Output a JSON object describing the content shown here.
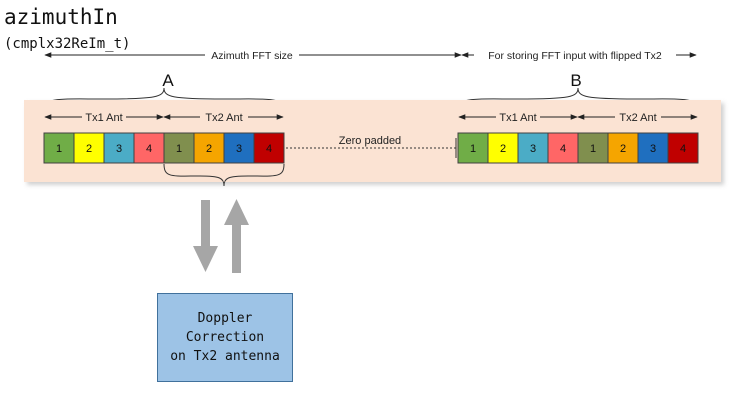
{
  "title": "azimuthIn",
  "subtitle": "(cmplx32ReIm_t)",
  "dims": {
    "azimuth_fft_size": "Azimuth FFT size",
    "flipped_storage": "For storing FFT input with flipped Tx2"
  },
  "group_a": {
    "label": "A",
    "tx1_label": "Tx1 Ant",
    "tx2_label": "Tx2 Ant",
    "cells": [
      {
        "text": "1",
        "color": "#70ad47"
      },
      {
        "text": "2",
        "color": "#ffff00"
      },
      {
        "text": "3",
        "color": "#4bacc6"
      },
      {
        "text": "4",
        "color": "#ff6666"
      },
      {
        "text": "1",
        "color": "#808f4e"
      },
      {
        "text": "2",
        "color": "#f5a500"
      },
      {
        "text": "3",
        "color": "#1f6fbf"
      },
      {
        "text": "4",
        "color": "#c00000"
      }
    ]
  },
  "zero_padded": "Zero padded",
  "group_b": {
    "label": "B",
    "tx1_label": "Tx1 Ant",
    "tx2_label": "Tx2 Ant",
    "cells": [
      {
        "text": "1",
        "color": "#70ad47"
      },
      {
        "text": "2",
        "color": "#ffff00"
      },
      {
        "text": "3",
        "color": "#4bacc6"
      },
      {
        "text": "4",
        "color": "#ff6666"
      },
      {
        "text": "1",
        "color": "#808f4e"
      },
      {
        "text": "2",
        "color": "#f5a500"
      },
      {
        "text": "3",
        "color": "#1f6fbf"
      },
      {
        "text": "4",
        "color": "#c00000"
      }
    ]
  },
  "doppler_box": {
    "lines": [
      "Doppler",
      "Correction",
      "on Tx2 antenna"
    ]
  },
  "colors": {
    "band": "#fbe3d3",
    "arrow": "#a6a6a6",
    "box_fill": "#9dc3e6",
    "box_border": "#41719c"
  }
}
